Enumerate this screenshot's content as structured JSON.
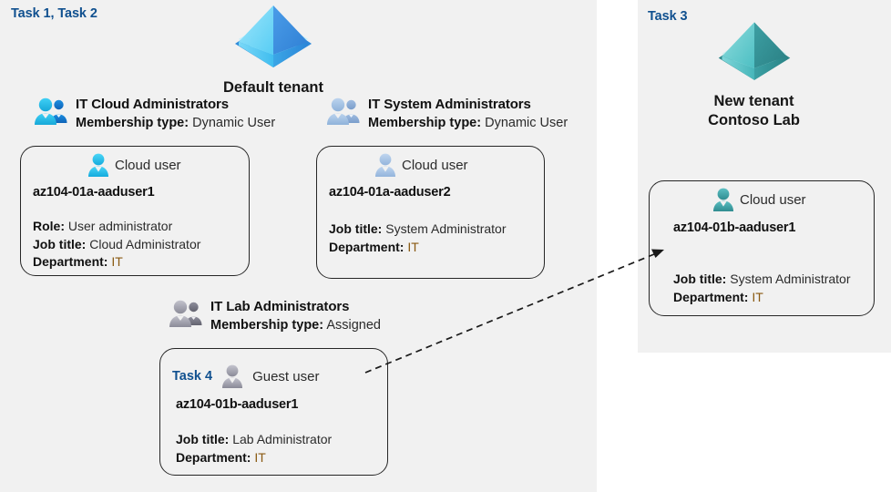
{
  "panels": {
    "left": {
      "task_label": "Task 1, Task 2"
    },
    "right": {
      "task_label": "Task 3"
    }
  },
  "tenants": [
    {
      "name": "default",
      "title": "Default tenant",
      "icon": "azure-ad-tenant-icon",
      "colors": {
        "left_face": "#7fd9f7",
        "right_face": "#3a8fe0",
        "base": "#39b4ec"
      }
    },
    {
      "name": "new",
      "title_line1": "New  tenant",
      "title_line2": "Contoso Lab",
      "icon": "azure-ad-tenant-icon",
      "colors": {
        "left_face": "#69cfd2",
        "right_face": "#2f8b8c",
        "base": "#3fa9ad"
      }
    }
  ],
  "groups": [
    {
      "id": "it-cloud-administrators",
      "name": "IT Cloud Administrators",
      "membership_label": "Membership type:",
      "membership_value": "Dynamic User",
      "icon": "group-users-icon",
      "icon_color": "#1fb6ea"
    },
    {
      "id": "it-system-administrators",
      "name": "IT System Administrators",
      "membership_label": "Membership type:",
      "membership_value": "Dynamic User",
      "icon": "group-users-icon",
      "icon_color": "#a8c4e2"
    },
    {
      "id": "it-lab-administrators",
      "name": "IT Lab Administrators",
      "membership_label": "Membership type:",
      "membership_value": "Assigned",
      "icon": "group-users-icon",
      "icon_color": "#9a9aa6"
    }
  ],
  "cards": [
    {
      "id": "az104-01a-aaduser1",
      "task": "",
      "user_type": "Cloud user",
      "user_icon": "cloud-user-icon",
      "icon_color": "#29c3f0",
      "username": "az104-01a-aaduser1",
      "props": [
        {
          "label": "Role:",
          "value": "User administrator"
        },
        {
          "label": "Job title:",
          "value": "Cloud Administrator"
        },
        {
          "label": "Department:",
          "value": "IT"
        }
      ]
    },
    {
      "id": "az104-01a-aaduser2",
      "task": "",
      "user_type": "Cloud user",
      "user_icon": "cloud-user-icon",
      "icon_color": "#a8c4e2",
      "username": "az104-01a-aaduser2",
      "props": [
        {
          "label": "Job title:",
          "value": "System Administrator"
        },
        {
          "label": "Department:",
          "value": "IT"
        }
      ]
    },
    {
      "id": "az104-01b-aaduser1-guest",
      "task": "Task 4",
      "user_type": "Guest user",
      "user_icon": "guest-user-icon",
      "icon_color": "#9a9aa6",
      "username": "az104-01b-aaduser1",
      "props": [
        {
          "label": "Job title:",
          "value": "Lab Administrator"
        },
        {
          "label": "Department:",
          "value": "IT"
        }
      ]
    },
    {
      "id": "az104-01b-aaduser1-cloud",
      "task": "",
      "user_type": "Cloud user",
      "user_icon": "cloud-user-icon",
      "icon_color": "#3da3a6",
      "username": "az104-01b-aaduser1",
      "props": [
        {
          "label": "Job title:",
          "value": "System Administrator"
        },
        {
          "label": "Department:",
          "value": "IT"
        }
      ]
    }
  ],
  "connector": {
    "name": "guest-invite-arrow",
    "style": "dashed",
    "direction": "left-to-right",
    "color": "#1a1a1a"
  },
  "theme": {
    "panel_bg": "#f1f1f1",
    "page_bg": "#ffffff",
    "task_blue": "#10508f",
    "card_border": "#262626",
    "dept_value": "#8a5a12"
  }
}
